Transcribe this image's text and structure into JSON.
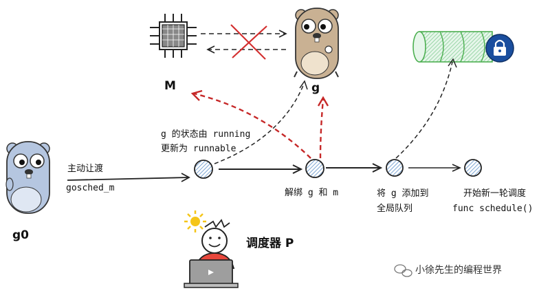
{
  "labels": {
    "m": "M",
    "g": "g",
    "g0": "g0",
    "voluntary_line1": "主动让渡",
    "voluntary_line2": "gosched_m",
    "state_line1": "g 的状态由 running",
    "state_line2": "更新为 runnable",
    "unbind": "解绑 g 和 m",
    "add_line1": "将 g 添加到",
    "add_line2": "全局队列",
    "start_line1": "开始新一轮调度",
    "start_line2": "func schedule()",
    "scheduler": "调度器 P",
    "watermark": "小徐先生的编程世界"
  },
  "colors": {
    "gopher_brown": "#c9b193",
    "gopher_blue": "#b5c6e0",
    "queue_green": "#a8dcb3",
    "lock_blue": "#1a4e9e",
    "red_arrow": "#c62828",
    "node_fill": "#8fb2d9",
    "shirt": "#e8473c",
    "sun": "#f5c518"
  },
  "icons": [
    "cpu-chip-icon",
    "gopher-icon",
    "lock-icon",
    "sun-icon",
    "laptop-icon",
    "wechat-icon"
  ]
}
